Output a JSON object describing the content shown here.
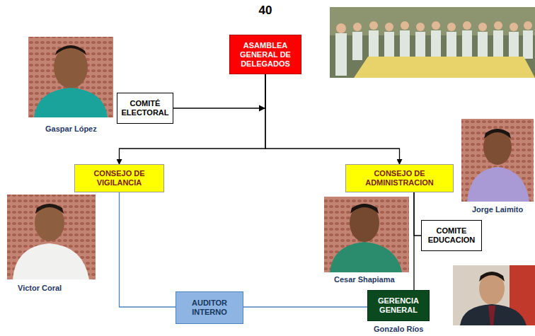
{
  "diagram": {
    "title": "40",
    "nodes": [
      {
        "text": [
          "ASAMBLEA GENERAL DE DELEGADOS"
        ]
      },
      {
        "text": [
          "COMITÉ ELECTORAL"
        ]
      },
      {
        "text": [
          "CONSEJO DE VIGILANCIA"
        ]
      },
      {
        "text": [
          "CONSEJO DE ADMINISTRACION"
        ]
      },
      {
        "text": [
          "COMITE EDUCACION"
        ]
      },
      {
        "text": [
          "AUDITOR INTERNO"
        ]
      },
      {
        "text": [
          "GERENCIA GENERAL"
        ]
      }
    ],
    "edges": [
      {
        "from": 1,
        "to": 0,
        "arrow": "to"
      },
      {
        "from": 0,
        "to": 2,
        "arrow": "to"
      },
      {
        "from": 0,
        "to": 3,
        "arrow": "to"
      },
      {
        "from": 3,
        "to": 4,
        "arrow": "none"
      },
      {
        "from": 3,
        "to": 6,
        "arrow": "none"
      },
      {
        "from": 2,
        "to": 5,
        "arrow": "none"
      },
      {
        "from": 5,
        "to": 6,
        "arrow": "none"
      }
    ],
    "labels": [
      "Gaspar López",
      "Jorge Laimito",
      "Victor Coral",
      "Cesar Shapiama",
      "Gonzalo Ríos"
    ]
  }
}
